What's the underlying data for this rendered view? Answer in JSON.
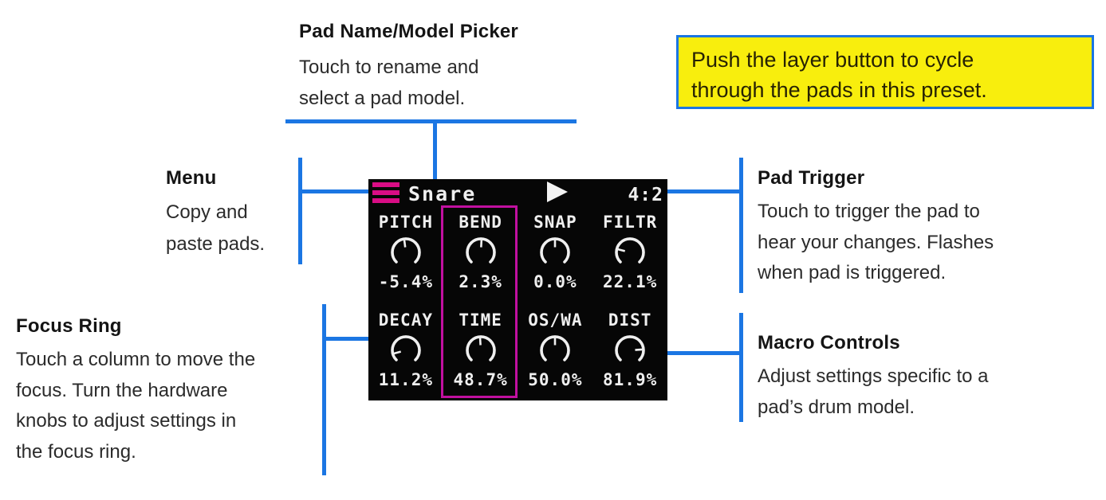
{
  "colors": {
    "blue": "#1b76e3",
    "yellow": "#f8ee0d",
    "magenta": "#d90d85",
    "ring": "#c110a0"
  },
  "callouts": {
    "pad_name": {
      "title": "Pad Name/Model Picker",
      "lines": [
        "Touch to rename and",
        "select a pad model."
      ]
    },
    "menu": {
      "title": "Menu",
      "lines": [
        "Copy and",
        "paste pads."
      ]
    },
    "pad_trigger": {
      "title": "Pad Trigger",
      "lines": [
        "Touch to trigger the pad to",
        "hear your changes. Flashes",
        "when pad is triggered."
      ]
    },
    "focus_ring": {
      "title": "Focus Ring",
      "lines": [
        "Touch a column to move the",
        "focus. Turn the hardware",
        "knobs to adjust settings in",
        "the focus ring."
      ]
    },
    "macro": {
      "title": "Macro Controls",
      "lines": [
        "Adjust settings specific to a",
        "pad’s drum model."
      ]
    }
  },
  "layer_note": {
    "lines": [
      "Push the layer button to cycle",
      "through the pads in this preset."
    ]
  },
  "screen": {
    "pad_name": "Snare",
    "layer_indicator": "4:2",
    "menu_icon": "hamburger-icon",
    "trigger_icon": "play-icon",
    "focused_param": "TIME",
    "params": [
      {
        "label": "PITCH",
        "value": "-5.4%",
        "percent": -5.4,
        "bipolar": true
      },
      {
        "label": "BEND",
        "value": "2.3%",
        "percent": 2.3,
        "bipolar": true
      },
      {
        "label": "SNAP",
        "value": "0.0%",
        "percent": 0.0,
        "bipolar": true
      },
      {
        "label": "FILTR",
        "value": "22.1%",
        "percent": 22.1,
        "bipolar": false
      },
      {
        "label": "DECAY",
        "value": "11.2%",
        "percent": 11.2,
        "bipolar": false
      },
      {
        "label": "TIME",
        "value": "48.7%",
        "percent": 48.7,
        "bipolar": false
      },
      {
        "label": "OS/WA",
        "value": "50.0%",
        "percent": 50.0,
        "bipolar": false
      },
      {
        "label": "DIST",
        "value": "81.9%",
        "percent": 81.9,
        "bipolar": false
      }
    ]
  }
}
